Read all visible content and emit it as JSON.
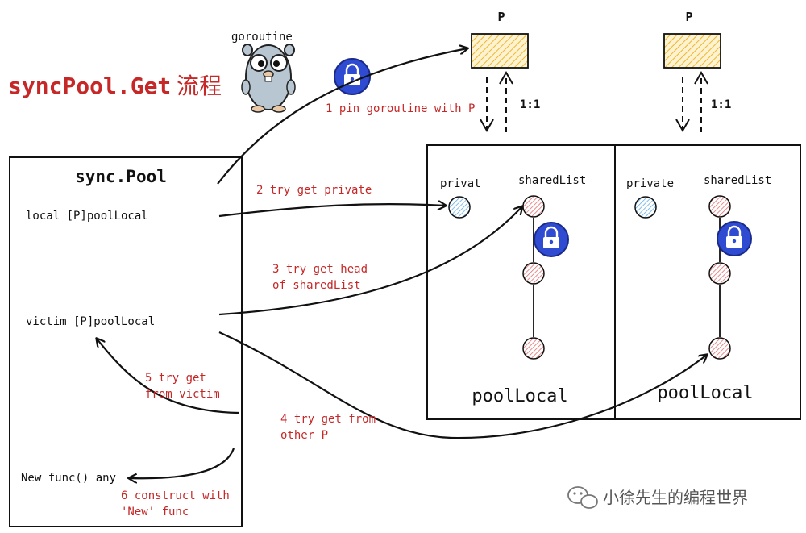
{
  "title": {
    "text": "syncPool.Get",
    "suffix": "流程",
    "color": "#c62828"
  },
  "goroutine_label": "goroutine",
  "sync_pool": {
    "title": "sync.Pool",
    "fields": [
      "local [P]poolLocal",
      "victim [P]poolLocal",
      "New func() any"
    ]
  },
  "processors": [
    {
      "label": "P",
      "ratio": "1:1"
    },
    {
      "label": "P",
      "ratio": "1:1"
    }
  ],
  "pool_locals": [
    {
      "private_label": "privat",
      "shared_label": "sharedList",
      "name": "poolLocal"
    },
    {
      "private_label": "private",
      "shared_label": "sharedList",
      "name": "poolLocal"
    }
  ],
  "steps": [
    {
      "lines": [
        "1 pin goroutine with P"
      ]
    },
    {
      "lines": [
        "2 try get private"
      ]
    },
    {
      "lines": [
        "3 try get head",
        "of sharedList"
      ]
    },
    {
      "lines": [
        "4 try get from",
        "other P"
      ]
    },
    {
      "lines": [
        "5 try get",
        "from victim"
      ]
    },
    {
      "lines": [
        "6 construct with",
        "'New' func"
      ]
    }
  ],
  "watermark": "小徐先生的编程世界",
  "colors": {
    "step_text": "#c62828",
    "p_fill": "#f5c242",
    "private_node": "#5aa9e6",
    "shared_node": "#e06666",
    "lock": "#2f4bd1",
    "ink": "#111111"
  },
  "icons": [
    "lock-icon",
    "gopher-icon",
    "wechat-icon"
  ]
}
